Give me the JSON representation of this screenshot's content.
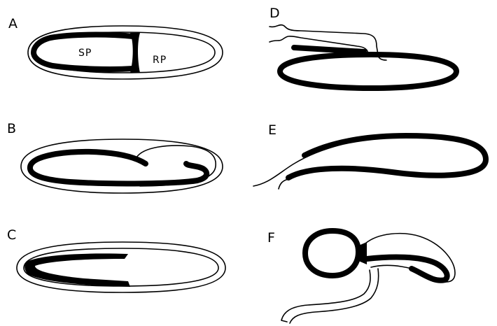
{
  "panels": [
    {
      "id": "A",
      "label": "A",
      "inner_labels": [
        "SP",
        "RP"
      ]
    },
    {
      "id": "B",
      "label": "B"
    },
    {
      "id": "C",
      "label": "C"
    },
    {
      "id": "D",
      "label": "D"
    },
    {
      "id": "E",
      "label": "E"
    },
    {
      "id": "F",
      "label": "F"
    }
  ]
}
